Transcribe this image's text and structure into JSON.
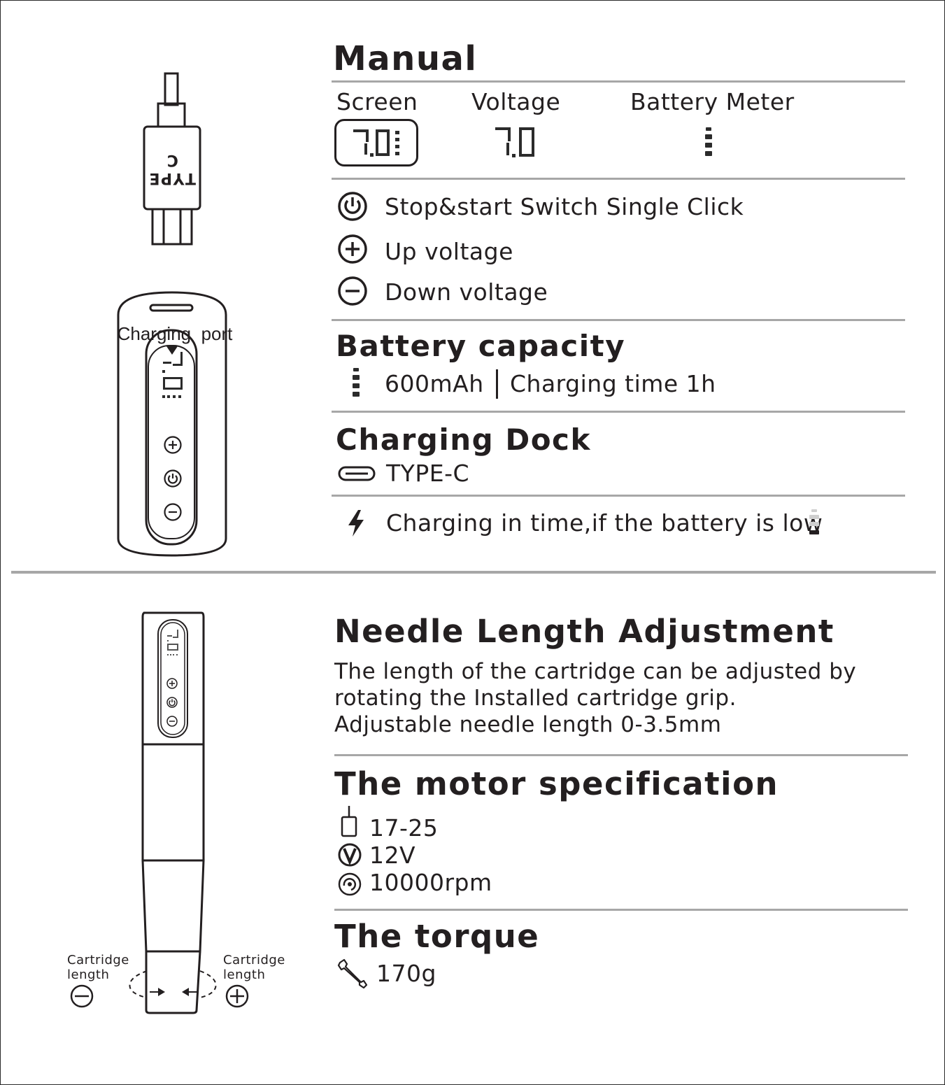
{
  "colors": {
    "ink": "#231f20",
    "rule": "#a7a7a7",
    "device_outline": "#231f20"
  },
  "charging_diagram": {
    "plug_label": "TYPE C",
    "port_label": "Charging  port",
    "display_value": "7.0"
  },
  "manual": {
    "title": "Manual",
    "columns": [
      {
        "label": "Screen",
        "display": "7.0"
      },
      {
        "label": "Voltage",
        "display": "7.0"
      },
      {
        "label": "Battery Meter"
      }
    ],
    "controls": [
      {
        "icon": "power-icon",
        "label": "Stop&start Switch Single Click"
      },
      {
        "icon": "plus-circle-icon",
        "label": "Up voltage"
      },
      {
        "icon": "minus-circle-icon",
        "label": "Down voltage"
      }
    ]
  },
  "battery": {
    "title": "Battery capacity",
    "capacity": "600mAh",
    "charging_time": "Charging time 1h"
  },
  "dock": {
    "title": "Charging Dock",
    "type": "TYPE-C",
    "tip": "Charging in time,if the battery is low"
  },
  "needle": {
    "title": "Needle Length Adjustment",
    "lines": [
      "The length of the cartridge can be adjusted by",
      "rotating the Installed cartridge grip.",
      "Adjustable needle length 0-3.5mm"
    ]
  },
  "pen_diagram": {
    "left_label_1": "Cartridge",
    "left_label_2": "length",
    "right_label_1": "Cartridge",
    "right_label_2": "length"
  },
  "motor": {
    "title": "The motor specification",
    "specs": [
      {
        "icon": "stroke-icon",
        "value": "17-25"
      },
      {
        "icon": "voltage-icon",
        "value": "12V"
      },
      {
        "icon": "speed-icon",
        "value": "10000rpm"
      }
    ]
  },
  "torque": {
    "title": "The torque",
    "value": "170g"
  }
}
